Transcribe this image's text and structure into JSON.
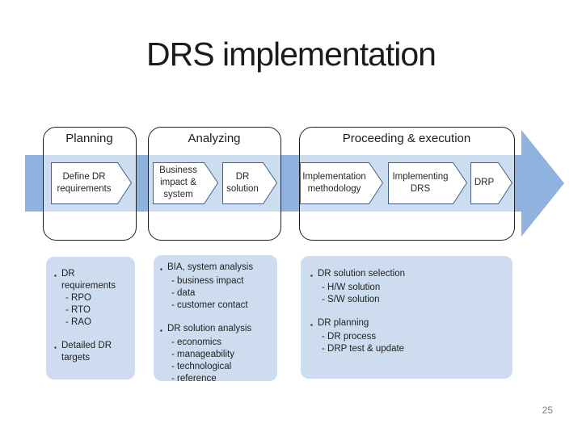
{
  "slide": {
    "title": "DRS implementation",
    "page_number": "25"
  },
  "bullet_char": "▪",
  "colors": {
    "arrow_blue": "#8fb3de",
    "band_highlight_in_box": "#ccdcf0",
    "detail_box_fill": "#cdddef",
    "chevron_border": "#45618c",
    "box_border": "#1f1f1f",
    "page_number_gray": "#7f7f7f"
  },
  "process": {
    "phases": [
      {
        "label": "Planning",
        "steps": [
          "Define DR requirements"
        ]
      },
      {
        "label": "Analyzing",
        "steps": [
          "Business impact & system",
          "DR solution"
        ]
      },
      {
        "label": "Proceeding & execution",
        "steps": [
          "Implementation methodology",
          "Implementing DRS",
          "DRP"
        ]
      }
    ]
  },
  "detail_boxes": [
    {
      "groups": [
        {
          "title": "DR requirements",
          "items": [
            "- RPO",
            "- RTO",
            "- RAO"
          ]
        },
        {
          "title": "Detailed DR targets",
          "items": []
        }
      ]
    },
    {
      "groups": [
        {
          "title": "BIA, system analysis",
          "items": [
            "- business impact",
            "- data",
            "- customer contact"
          ]
        },
        {
          "title": "DR solution analysis",
          "items": [
            "- economics",
            "- manageability",
            "- technological",
            "- reference"
          ]
        }
      ]
    },
    {
      "groups": [
        {
          "title": "DR solution selection",
          "items": [
            "- H/W solution",
            "- S/W solution"
          ]
        },
        {
          "title": "DR planning",
          "items": [
            "- DR process",
            "- DRP test & update"
          ]
        }
      ]
    }
  ]
}
